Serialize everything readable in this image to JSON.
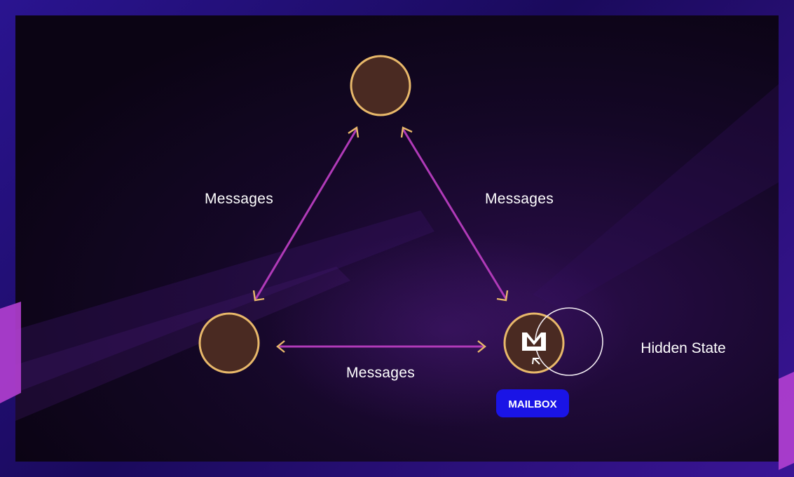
{
  "diagram": {
    "edge_labels": {
      "left": "Messages",
      "right": "Messages",
      "bottom": "Messages"
    },
    "hidden_state_label": "Hidden State",
    "mailbox_badge": "MAILBOX"
  },
  "colors": {
    "node_fill": "#4a2a22",
    "node_stroke": "#e8b86a",
    "arrow_line": "#b03ab8",
    "arrow_head": "#e8b86a",
    "badge_fill": "#1a14e6",
    "state_ring": "#f2ecf2"
  },
  "icons": {
    "mailbox": "mailbox-tray-icon",
    "loop": "loop-arrow-icon"
  }
}
